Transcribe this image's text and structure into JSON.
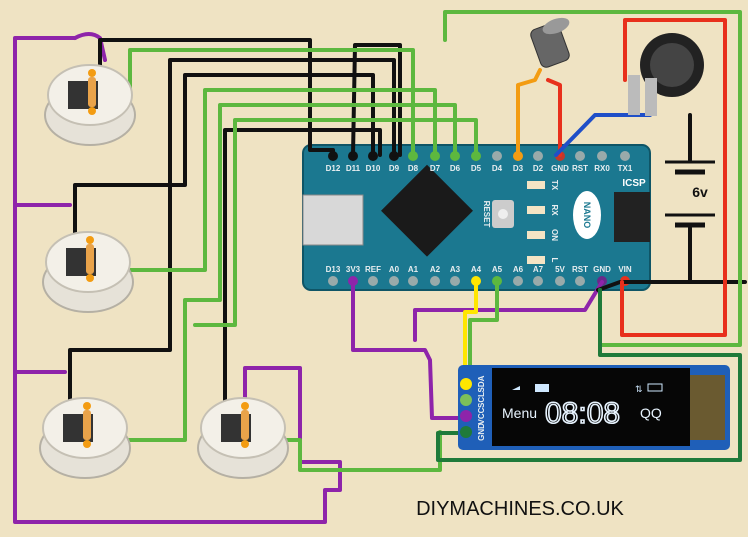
{
  "board": {
    "name": "NANO",
    "icsp_label": "ICSP",
    "reset_label": "RESET",
    "led_labels": [
      "TX",
      "RX",
      "ON",
      "L"
    ],
    "top_pins": [
      "D12",
      "D11",
      "D10",
      "D9",
      "D8",
      "D7",
      "D6",
      "D5",
      "D4",
      "D3",
      "D2",
      "GND",
      "RST",
      "RX0",
      "TX1"
    ],
    "bottom_pins": [
      "D13",
      "3V3",
      "REF",
      "A0",
      "A1",
      "A2",
      "A3",
      "A4",
      "A5",
      "A6",
      "A7",
      "5V",
      "RST",
      "GND",
      "VIN"
    ]
  },
  "battery": {
    "label": "6v"
  },
  "oled": {
    "pins": [
      "SDA",
      "SCL",
      "VCC",
      "GND"
    ],
    "menu_text": "Menu",
    "clock_text": "08:08",
    "right_text": "QQ"
  },
  "footer": {
    "website": "DIYMACHINES.CO.UK"
  },
  "colors": {
    "background": "#efe3c3",
    "board": "#1b7890",
    "purple": "#8e24aa",
    "black": "#111111",
    "green": "#5db83f",
    "dark_green": "#1f7a3a",
    "red": "#e8301c",
    "orange": "#f39c12",
    "yellow": "#ffe600",
    "blue": "#1f4fc8"
  }
}
